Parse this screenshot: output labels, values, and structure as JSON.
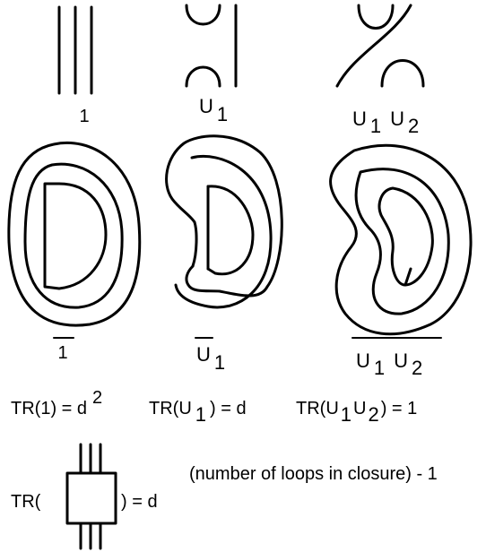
{
  "braids": {
    "identity": {
      "label": "1"
    },
    "u1": {
      "label_main": "U",
      "label_sub": "1"
    },
    "u1u2": {
      "label_a": "U",
      "label_a_sub": "1",
      "label_b": "U",
      "label_b_sub": "2"
    }
  },
  "closures": {
    "identity": {
      "label": "1"
    },
    "u1": {
      "label_main": "U",
      "label_sub": "1"
    },
    "u1u2": {
      "label_a": "U",
      "label_a_sub": "1",
      "label_b": "U",
      "label_b_sub": "2"
    }
  },
  "traces": {
    "t1": {
      "prefix": "TR(1) = d",
      "exp": "2"
    },
    "t2": {
      "prefix": "TR(U",
      "sub": "1",
      "suffix": ") = d"
    },
    "t3": {
      "prefix": "TR(U",
      "sub1": "1",
      "mid": "U",
      "sub2": "2",
      "suffix": ") = 1"
    }
  },
  "general": {
    "prefix": "TR(",
    "suffix": ") = d",
    "exponent": "(number of loops in closure) - 1"
  }
}
